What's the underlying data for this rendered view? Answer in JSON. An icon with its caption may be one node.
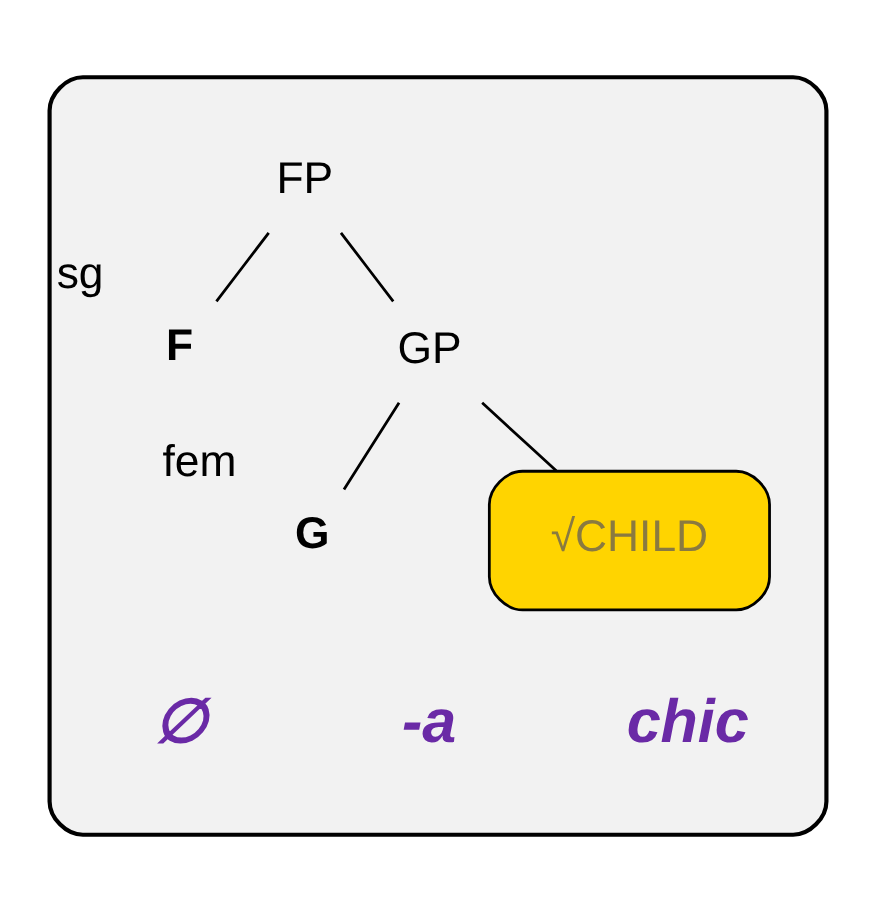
{
  "diagram": {
    "nodes": [
      {
        "text": [],
        "shape": "box"
      },
      {
        "text": [
          "FP"
        ],
        "in": 0
      },
      {
        "text": [
          "F"
        ],
        "in": 0,
        "beside": [
          "sg"
        ]
      },
      {
        "text": [
          "GP"
        ],
        "in": 0
      },
      {
        "text": [
          "G"
        ],
        "in": 0,
        "beside": [
          "fem"
        ]
      },
      {
        "text": [
          "√CHILD"
        ],
        "in": 0
      }
    ],
    "edges": [
      {
        "from": 1,
        "to": 2,
        "arrow": "none"
      },
      {
        "from": 1,
        "to": 3,
        "arrow": "none"
      },
      {
        "from": 3,
        "to": 4,
        "arrow": "none"
      },
      {
        "from": 3,
        "to": 5,
        "arrow": "none"
      }
    ],
    "labels": [
      "∅",
      "-a",
      "chic"
    ]
  }
}
